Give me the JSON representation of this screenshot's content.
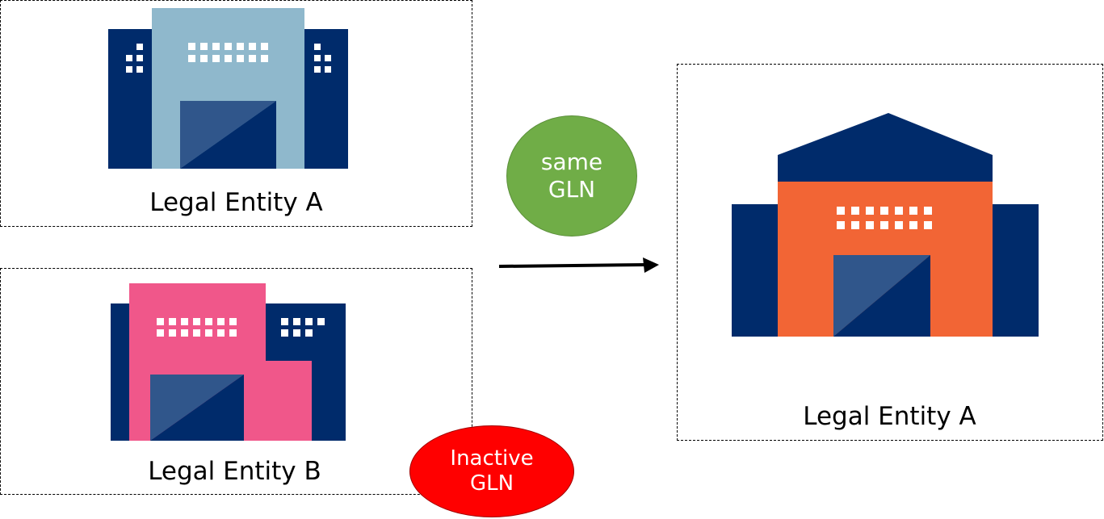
{
  "entities": {
    "a_top": {
      "label": "Legal Entity A"
    },
    "b": {
      "label": "Legal Entity B"
    },
    "a_result": {
      "label": "Legal Entity A"
    }
  },
  "badges": {
    "same_gln": {
      "line1": "same",
      "line2": "GLN",
      "color": "#70ad47"
    },
    "inactive_gln": {
      "line1": "Inactive",
      "line2": "GLN",
      "color": "#ff0000"
    }
  },
  "icons": {
    "building_a": "office-building-icon",
    "building_b": "office-building-icon",
    "building_result": "warehouse-building-icon",
    "arrow": "arrow-right-icon"
  },
  "colors": {
    "navy": "#002b6b",
    "light_blue": "#8fb8cc",
    "pink": "#f0578a",
    "orange": "#f26535",
    "door": "#30568b"
  }
}
